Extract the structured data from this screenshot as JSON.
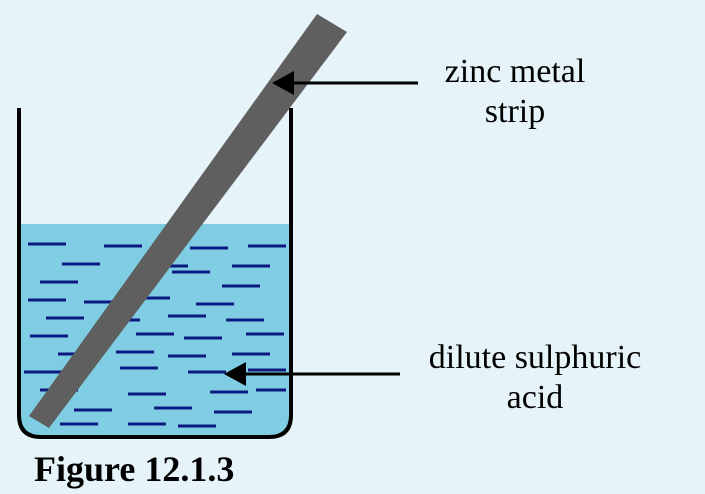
{
  "labels": {
    "zinc_line1": "zinc metal",
    "zinc_line2": "strip",
    "acid_line1": "dilute sulphuric",
    "acid_line2": "acid"
  },
  "caption": "Figure 12.1.3",
  "colors": {
    "background": "#e6f3f9",
    "liquid": "#7fcde3",
    "dashes": "#0c1a80",
    "strip": "#5f5f5f",
    "beaker_outline": "#000000"
  }
}
